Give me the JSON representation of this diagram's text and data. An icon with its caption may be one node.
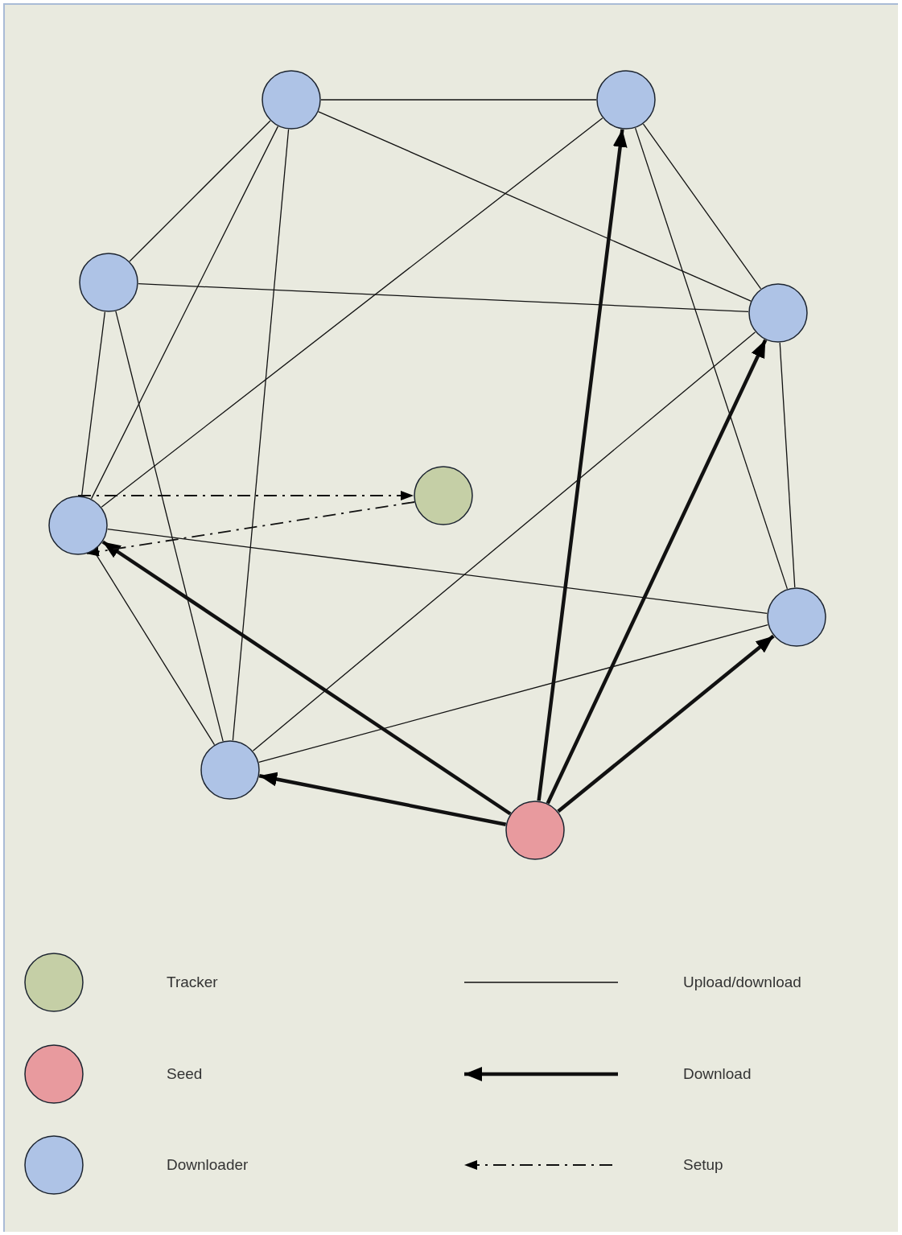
{
  "diagram": {
    "nodes": [
      {
        "text": [],
        "shape": "circle"
      },
      {
        "text": [],
        "shape": "circle"
      },
      {
        "text": [],
        "shape": "circle"
      },
      {
        "text": [],
        "shape": "circle"
      },
      {
        "text": [],
        "shape": "circle"
      },
      {
        "text": [],
        "shape": "circle"
      },
      {
        "text": [],
        "shape": "circle"
      },
      {
        "text": [],
        "shape": "circle"
      },
      {
        "text": [],
        "shape": "circle"
      }
    ],
    "edges": [
      {
        "from": 0,
        "to": 1,
        "arrow": "none"
      },
      {
        "from": 0,
        "to": 2,
        "arrow": "none"
      },
      {
        "from": 0,
        "to": 3,
        "arrow": "none"
      },
      {
        "from": 0,
        "to": 5,
        "arrow": "none"
      },
      {
        "from": 0,
        "to": 7,
        "arrow": "none"
      },
      {
        "from": 1,
        "to": 5,
        "arrow": "none"
      },
      {
        "from": 1,
        "to": 3,
        "arrow": "none"
      },
      {
        "from": 1,
        "to": 6,
        "arrow": "none"
      },
      {
        "from": 2,
        "to": 3,
        "arrow": "none"
      },
      {
        "from": 2,
        "to": 5,
        "arrow": "none"
      },
      {
        "from": 2,
        "to": 7,
        "arrow": "none"
      },
      {
        "from": 3,
        "to": 6,
        "arrow": "none"
      },
      {
        "from": 3,
        "to": 7,
        "arrow": "none"
      },
      {
        "from": 6,
        "to": 5,
        "arrow": "none"
      },
      {
        "from": 6,
        "to": 7,
        "arrow": "none"
      },
      {
        "from": 5,
        "to": 7,
        "arrow": "none"
      },
      {
        "from": 8,
        "to": 5,
        "arrow": "to",
        "style": "thick"
      },
      {
        "from": 8,
        "to": 7,
        "arrow": "to",
        "style": "thick"
      },
      {
        "from": 8,
        "to": 1,
        "arrow": "to",
        "style": "thick"
      },
      {
        "from": 8,
        "to": 3,
        "arrow": "to",
        "style": "thick"
      },
      {
        "from": 8,
        "to": 6,
        "arrow": "to",
        "style": "thick"
      },
      {
        "from": 5,
        "to": 4,
        "arrow": "to",
        "style": "dashed"
      },
      {
        "from": 4,
        "to": 5,
        "arrow": "to",
        "style": "dashed"
      }
    ],
    "legend": [
      {
        "text": "Tracker",
        "color": "#c5cfa6"
      },
      {
        "text": "Upload/download"
      },
      {
        "text": "Seed",
        "color": "#e89a9e"
      },
      {
        "text": "Download"
      },
      {
        "text": "Downloader",
        "color": "#aec3e6"
      },
      {
        "text": "Setup"
      }
    ]
  }
}
